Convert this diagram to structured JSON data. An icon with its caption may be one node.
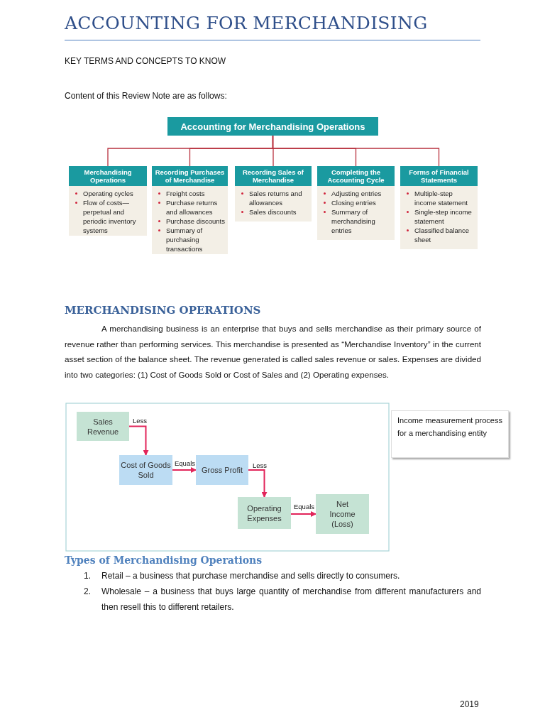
{
  "diagram": {
    "title": "ACCOUNTING FOR MERCHANDISING",
    "nodes": [
      {
        "text": [
          "Accounting for Merchandising Operations"
        ]
      },
      {
        "text": [
          "Merchandising Operations",
          "Operating cycles",
          "Flow of costs—perpetual and periodic inventory systems"
        ]
      },
      {
        "text": [
          "Recording Purchases of Merchandise",
          "Freight costs",
          "Purchase returns and allowances",
          "Purchase discounts",
          "Summary of purchasing transactions"
        ]
      },
      {
        "text": [
          "Recording Sales of Merchandise",
          "Sales returns and allowances",
          "Sales discounts"
        ]
      },
      {
        "text": [
          "Completing the Accounting Cycle",
          "Adjusting entries",
          "Closing entries",
          "Summary of merchandising entries"
        ]
      },
      {
        "text": [
          "Forms of Financial Statements",
          "Multiple-step income statement",
          "Single-step income statement",
          "Classified balance sheet"
        ]
      },
      {
        "text": [
          "Sales Revenue"
        ]
      },
      {
        "text": [
          "Cost of Goods Sold"
        ]
      },
      {
        "text": [
          "Gross Profit"
        ]
      },
      {
        "text": [
          "Operating Expenses"
        ]
      },
      {
        "text": [
          "Net Income (Loss)"
        ]
      },
      {
        "text": [
          "Income measurement process for a merchandising entity"
        ]
      }
    ],
    "edges": [
      {
        "from": 0,
        "to": 1,
        "arrow": "none"
      },
      {
        "from": 0,
        "to": 2,
        "arrow": "none"
      },
      {
        "from": 0,
        "to": 3,
        "arrow": "none"
      },
      {
        "from": 0,
        "to": 4,
        "arrow": "none"
      },
      {
        "from": 0,
        "to": 5,
        "arrow": "none"
      },
      {
        "from": 6,
        "to": 7,
        "arrow": "to",
        "label": "Less",
        "color": "#e2245a"
      },
      {
        "from": 7,
        "to": 8,
        "arrow": "to",
        "label": "Equals",
        "color": "#e2245a"
      },
      {
        "from": 8,
        "to": 9,
        "arrow": "to",
        "label": "Less",
        "color": "#e2245a"
      },
      {
        "from": 9,
        "to": 10,
        "arrow": "to",
        "label": "Equals",
        "color": "#e2245a"
      }
    ],
    "labels": [
      "KEY TERMS AND CONCEPTS TO KNOW",
      "Content of this Review Note are as follows:",
      "MERCHANDISING OPERATIONS",
      "A merchandising business is an enterprise that buys and sells merchandise as their primary source of revenue rather than performing services. This merchandise is presented as “Merchandise Inventory” in the current asset section of the balance sheet. The revenue generated is called sales revenue or sales. Expenses are divided into two categories:  (1) Cost of Goods Sold or Cost of Sales and (2) Operating expenses.",
      "Types of Merchandising Operations",
      "1.",
      "Retail – a business that purchase merchandise and sells directly to consumers.",
      "2.",
      "Wholesale – a business that buys large quantity of merchandise from different manufacturers and then resell this to different retailers.",
      "2019"
    ]
  }
}
